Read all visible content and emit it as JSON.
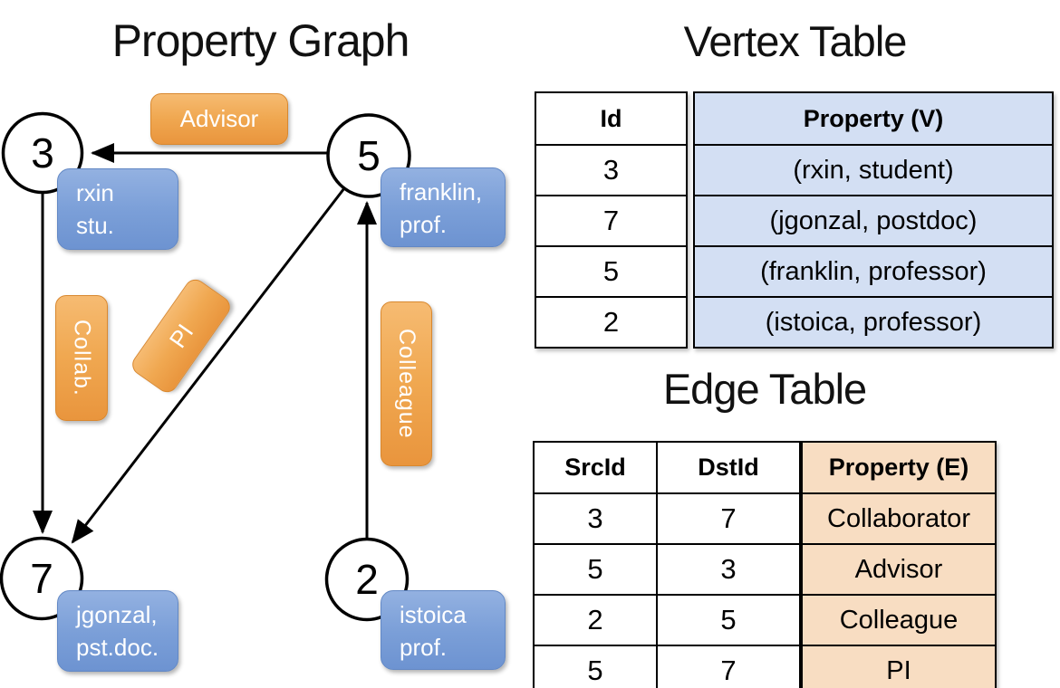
{
  "graph": {
    "title": "Property Graph",
    "nodes": {
      "n3": {
        "id": "3",
        "props": "rxin\nstu."
      },
      "n5": {
        "id": "5",
        "props": "franklin,\nprof."
      },
      "n7": {
        "id": "7",
        "props": "jgonzal,\npst.doc."
      },
      "n2": {
        "id": "2",
        "props": "istoica\nprof."
      }
    },
    "edge_labels": {
      "advisor": "Advisor",
      "collab": "Collab.",
      "pi": "PI",
      "colleague": "Colleague"
    }
  },
  "vertex_table": {
    "title": "Vertex Table",
    "headers": {
      "id": "Id",
      "property": "Property (V)"
    },
    "rows": [
      {
        "id": "3",
        "property": "(rxin, student)"
      },
      {
        "id": "7",
        "property": "(jgonzal, postdoc)"
      },
      {
        "id": "5",
        "property": "(franklin, professor)"
      },
      {
        "id": "2",
        "property": "(istoica, professor)"
      }
    ]
  },
  "edge_table": {
    "title": "Edge Table",
    "headers": {
      "src": "SrcId",
      "dst": "DstId",
      "property": "Property (E)"
    },
    "rows": [
      {
        "src": "3",
        "dst": "7",
        "property": "Collaborator"
      },
      {
        "src": "5",
        "dst": "3",
        "property": "Advisor"
      },
      {
        "src": "2",
        "dst": "5",
        "property": "Colleague"
      },
      {
        "src": "5",
        "dst": "7",
        "property": "PI"
      }
    ]
  },
  "colors": {
    "orange_label": "#EFA64F",
    "blue_label": "#7B9FD8",
    "vertex_cell_fill": "#D3DFF3",
    "edge_cell_fill": "#F8DDC2",
    "line": "#000000"
  }
}
